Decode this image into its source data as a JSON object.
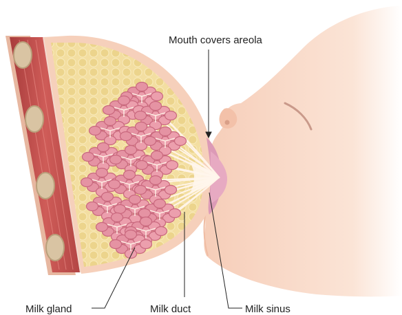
{
  "labels": {
    "mouth": "Mouth covers areola",
    "gland": "Milk gland",
    "duct": "Milk duct",
    "sinus": "Milk sinus"
  },
  "colors": {
    "muscle": "#c8504f",
    "muscle_dark": "#9e3535",
    "rib": "#d9c4a3",
    "fat": "#f2dd9c",
    "fat_cell": "#e9cf82",
    "skin": "#f7cdb6",
    "skin_light": "#fbe2d2",
    "lobule": "#e79aa8",
    "lobule_dark": "#c96b80",
    "duct": "#fff4e8",
    "areola": "#dd9ab8"
  },
  "icons": [
    "rib-icon",
    "fat-cell-icon",
    "lobule-icon"
  ]
}
